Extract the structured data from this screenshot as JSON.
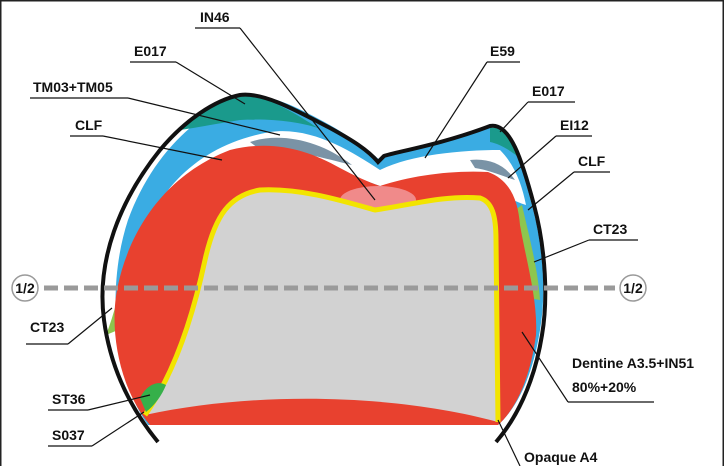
{
  "labels": {
    "in46": "IN46",
    "e017_top": "E017",
    "tm03_tm05": "TM03+TM05",
    "clf_left": "CLF",
    "e59": "E59",
    "e017_right": "E017",
    "ei12": "EI12",
    "clf_right": "CLF",
    "ct23_right": "CT23",
    "ct23_left": "CT23",
    "dentine_line1": "Dentine A3.5+IN51",
    "dentine_line2": "80%+20%",
    "st36": "ST36",
    "s037": "S037",
    "opaque": "Opaque A4",
    "half_left": "1/2",
    "half_right": "1/2"
  },
  "colors": {
    "enamel_blue": "#3aace3",
    "teal": "#1a9a8c",
    "slate": "#7a93a6",
    "dentine_red": "#e8412f",
    "core_gray": "#d2d2d2",
    "opaque_yellow": "#f2e400",
    "ct_green": "#8dc64e",
    "st_green": "#36b04a",
    "incisal_pink": "#f08a8a",
    "dash_gray": "#9a9a9a"
  }
}
